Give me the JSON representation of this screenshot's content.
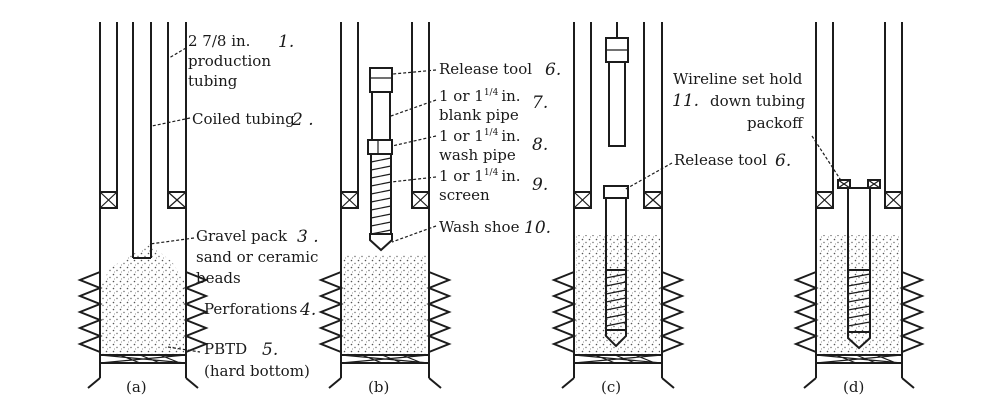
{
  "labels": {
    "l1": {
      "text": "2 7/8 in.",
      "text2": "production",
      "text3": "tubing",
      "num": "1."
    },
    "l2": {
      "text": "Coiled tubing",
      "num": "2 ."
    },
    "l3": {
      "text": "Gravel pack",
      "text2": "sand or ceramic",
      "text3": "beads",
      "num": "3 ."
    },
    "l4": {
      "text": "Perforations",
      "num": "4."
    },
    "l5": {
      "text": "PBTD",
      "text2": "(hard bottom)",
      "num": "5."
    },
    "l6b": {
      "text": "Release tool",
      "num": "6."
    },
    "l7": {
      "text": "1 or 1",
      "sup": "1/4",
      "text_end": "in.",
      "text2": "blank pipe",
      "num": "7."
    },
    "l8": {
      "text": "1 or 1",
      "sup": "1/4",
      "text_end": "in.",
      "text2": "wash pipe",
      "num": "8."
    },
    "l9": {
      "text": "1 or 1",
      "sup": "1/4",
      "text_end": "in.",
      "text2": "screen",
      "num": "9."
    },
    "l10": {
      "text": "Wash shoe",
      "num": "10."
    },
    "l6c": {
      "text": "Release tool",
      "num": "6."
    },
    "l11": {
      "text": "Wireline set hold",
      "num": "11.",
      "text2": "down tubing",
      "text3": "packoff"
    }
  },
  "captions": {
    "a": "(a)",
    "b": "(b)",
    "c": "(c)",
    "d": "(d)"
  }
}
